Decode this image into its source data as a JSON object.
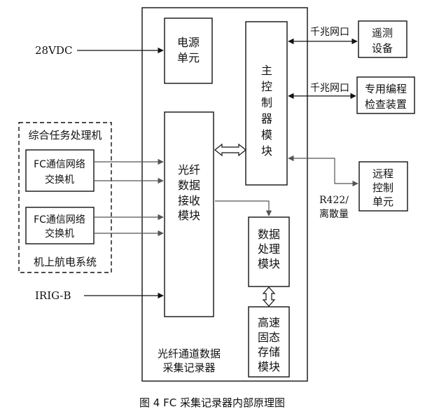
{
  "colors": {
    "line": "#111111",
    "gray_line": "#555555",
    "background": "#ffffff"
  },
  "inputs": {
    "power": "28VDC",
    "irig": "IRIG-B"
  },
  "power_unit": {
    "lines": [
      "电源",
      "单元"
    ]
  },
  "main_controller": {
    "lines": [
      "主",
      "控",
      "制",
      "器",
      "模",
      "块"
    ]
  },
  "fiber_receiver": {
    "lines": [
      "光纤",
      "数据",
      "接收",
      "模块"
    ]
  },
  "data_processor": {
    "lines": [
      "数据",
      "处理",
      "模块"
    ]
  },
  "storage": {
    "lines": [
      "高速",
      "固态",
      "存储",
      "模块"
    ]
  },
  "recorder_label": {
    "lines": [
      "光纤通道数据",
      "采集记录器"
    ]
  },
  "mission_computer": {
    "label": "综合任务处理机"
  },
  "avionics": {
    "label": "机上航电系统"
  },
  "fc_switch_1": {
    "lines": [
      "FC通信网络",
      "交换机"
    ]
  },
  "fc_switch_2": {
    "lines": [
      "FC通信网络",
      "交换机"
    ]
  },
  "telemetry": {
    "port": "千兆网口",
    "lines": [
      "遥测",
      "设备"
    ]
  },
  "inspection": {
    "port": "千兆网口",
    "lines": [
      "专用编程",
      "检查装置"
    ]
  },
  "remote_control": {
    "port_lines": [
      "R422/",
      "离散量"
    ],
    "lines": [
      "远程",
      "控制",
      "单元"
    ]
  },
  "caption": "图 4   FC 采集记录器内部原理图"
}
